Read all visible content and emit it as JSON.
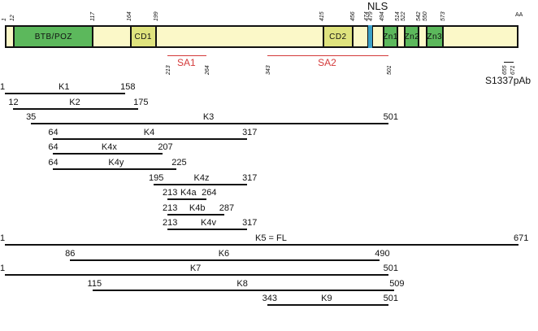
{
  "diagram": {
    "aa_label": "AA",
    "nls_label": "NLS",
    "domains": [
      {
        "name": "BTB/POZ",
        "start": 12,
        "end": 117,
        "color": "#5cb85c"
      },
      {
        "name": "CD1",
        "start": 164,
        "end": 199,
        "color": "#dfe37e"
      },
      {
        "name": "CD2",
        "start": 415,
        "end": 456,
        "color": "#dfe37e"
      },
      {
        "name": "Zn1",
        "start": 494,
        "end": 514,
        "color": "#5cb85c"
      },
      {
        "name": "Zn2",
        "start": 522,
        "end": 542,
        "color": "#5cb85c"
      },
      {
        "name": "Zn3",
        "start": 550,
        "end": 573,
        "color": "#5cb85c"
      }
    ],
    "nls": {
      "start": 474,
      "end": 479,
      "color": "#3aa0c8"
    },
    "backbone_color": "#fbf8c8",
    "position_ticks": [
      "1",
      "12",
      "117",
      "164",
      "199",
      "415",
      "456",
      "474",
      "479",
      "494",
      "514",
      "522",
      "542",
      "550",
      "573"
    ],
    "regions": [
      {
        "name": "SA1",
        "start": "213",
        "end": "264"
      },
      {
        "name": "SA2",
        "start": "343",
        "end": "501"
      }
    ],
    "antibody": {
      "name": "S1337pAb",
      "start": "655",
      "end": "671"
    },
    "constructs": [
      {
        "name": "K1",
        "start": "1",
        "end": "158"
      },
      {
        "name": "K2",
        "start": "12",
        "end": "175"
      },
      {
        "name": "K3",
        "start": "35",
        "end": "501"
      },
      {
        "name": "K4",
        "start": "64",
        "end": "317"
      },
      {
        "name": "K4x",
        "start": "64",
        "end": "207"
      },
      {
        "name": "K4y",
        "start": "64",
        "end": "225"
      },
      {
        "name": "K4z",
        "start": "195",
        "end": "317"
      },
      {
        "name": "K4a",
        "start": "213",
        "end": "264"
      },
      {
        "name": "K4b",
        "start": "213",
        "end": "287"
      },
      {
        "name": "K4v",
        "start": "213",
        "end": "317"
      },
      {
        "name": "K5 = FL",
        "start": "1",
        "end": "671"
      },
      {
        "name": "K6",
        "start": "86",
        "end": "490"
      },
      {
        "name": "K7",
        "start": "1",
        "end": "501"
      },
      {
        "name": "K8",
        "start": "115",
        "end": "509"
      },
      {
        "name": "K9",
        "start": "343",
        "end": "501"
      }
    ]
  }
}
